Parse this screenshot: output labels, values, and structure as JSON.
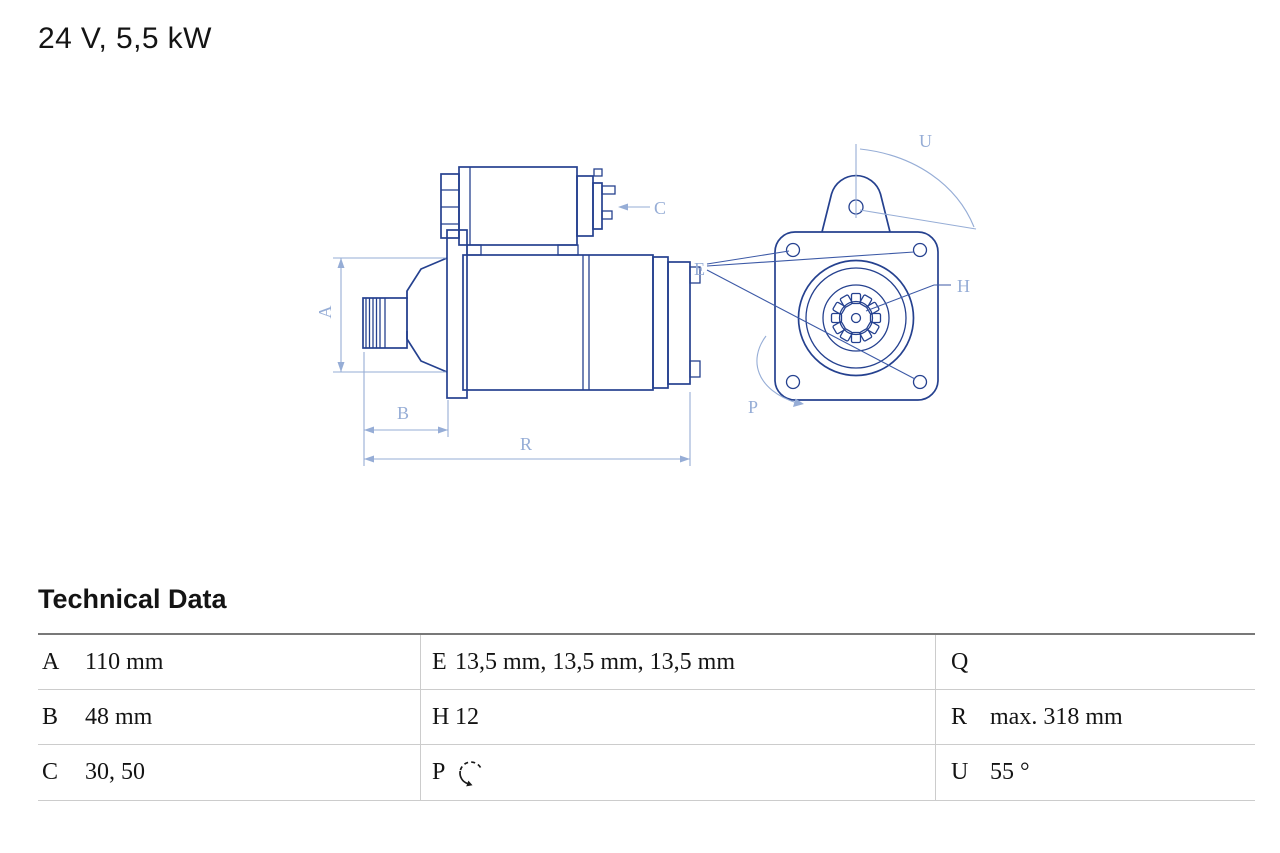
{
  "title": "24 V, 5,5 kW",
  "drawing": {
    "labels": {
      "A": "A",
      "B": "B",
      "C": "C",
      "E": "E",
      "H": "H",
      "P": "P",
      "R": "R",
      "U": "U"
    },
    "colors": {
      "outline": "#25418f",
      "leader": "#3c59a6",
      "dimension": "#96add6"
    }
  },
  "technical_data": {
    "heading": "Technical Data",
    "p_icon": "rotation-counterclockwise-icon",
    "rows": [
      {
        "k1": "A",
        "v1": "110 mm",
        "k2": "E",
        "v2": "13,5 mm, 13,5 mm, 13,5 mm",
        "k3": "Q",
        "v3": ""
      },
      {
        "k1": "B",
        "v1": "48 mm",
        "k2": "H",
        "v2": "12",
        "k3": "R",
        "v3": "max. 318 mm"
      },
      {
        "k1": "C",
        "v1": "30, 50",
        "k2": "P",
        "v2": "",
        "k3": "U",
        "v3": "55 °"
      }
    ]
  }
}
